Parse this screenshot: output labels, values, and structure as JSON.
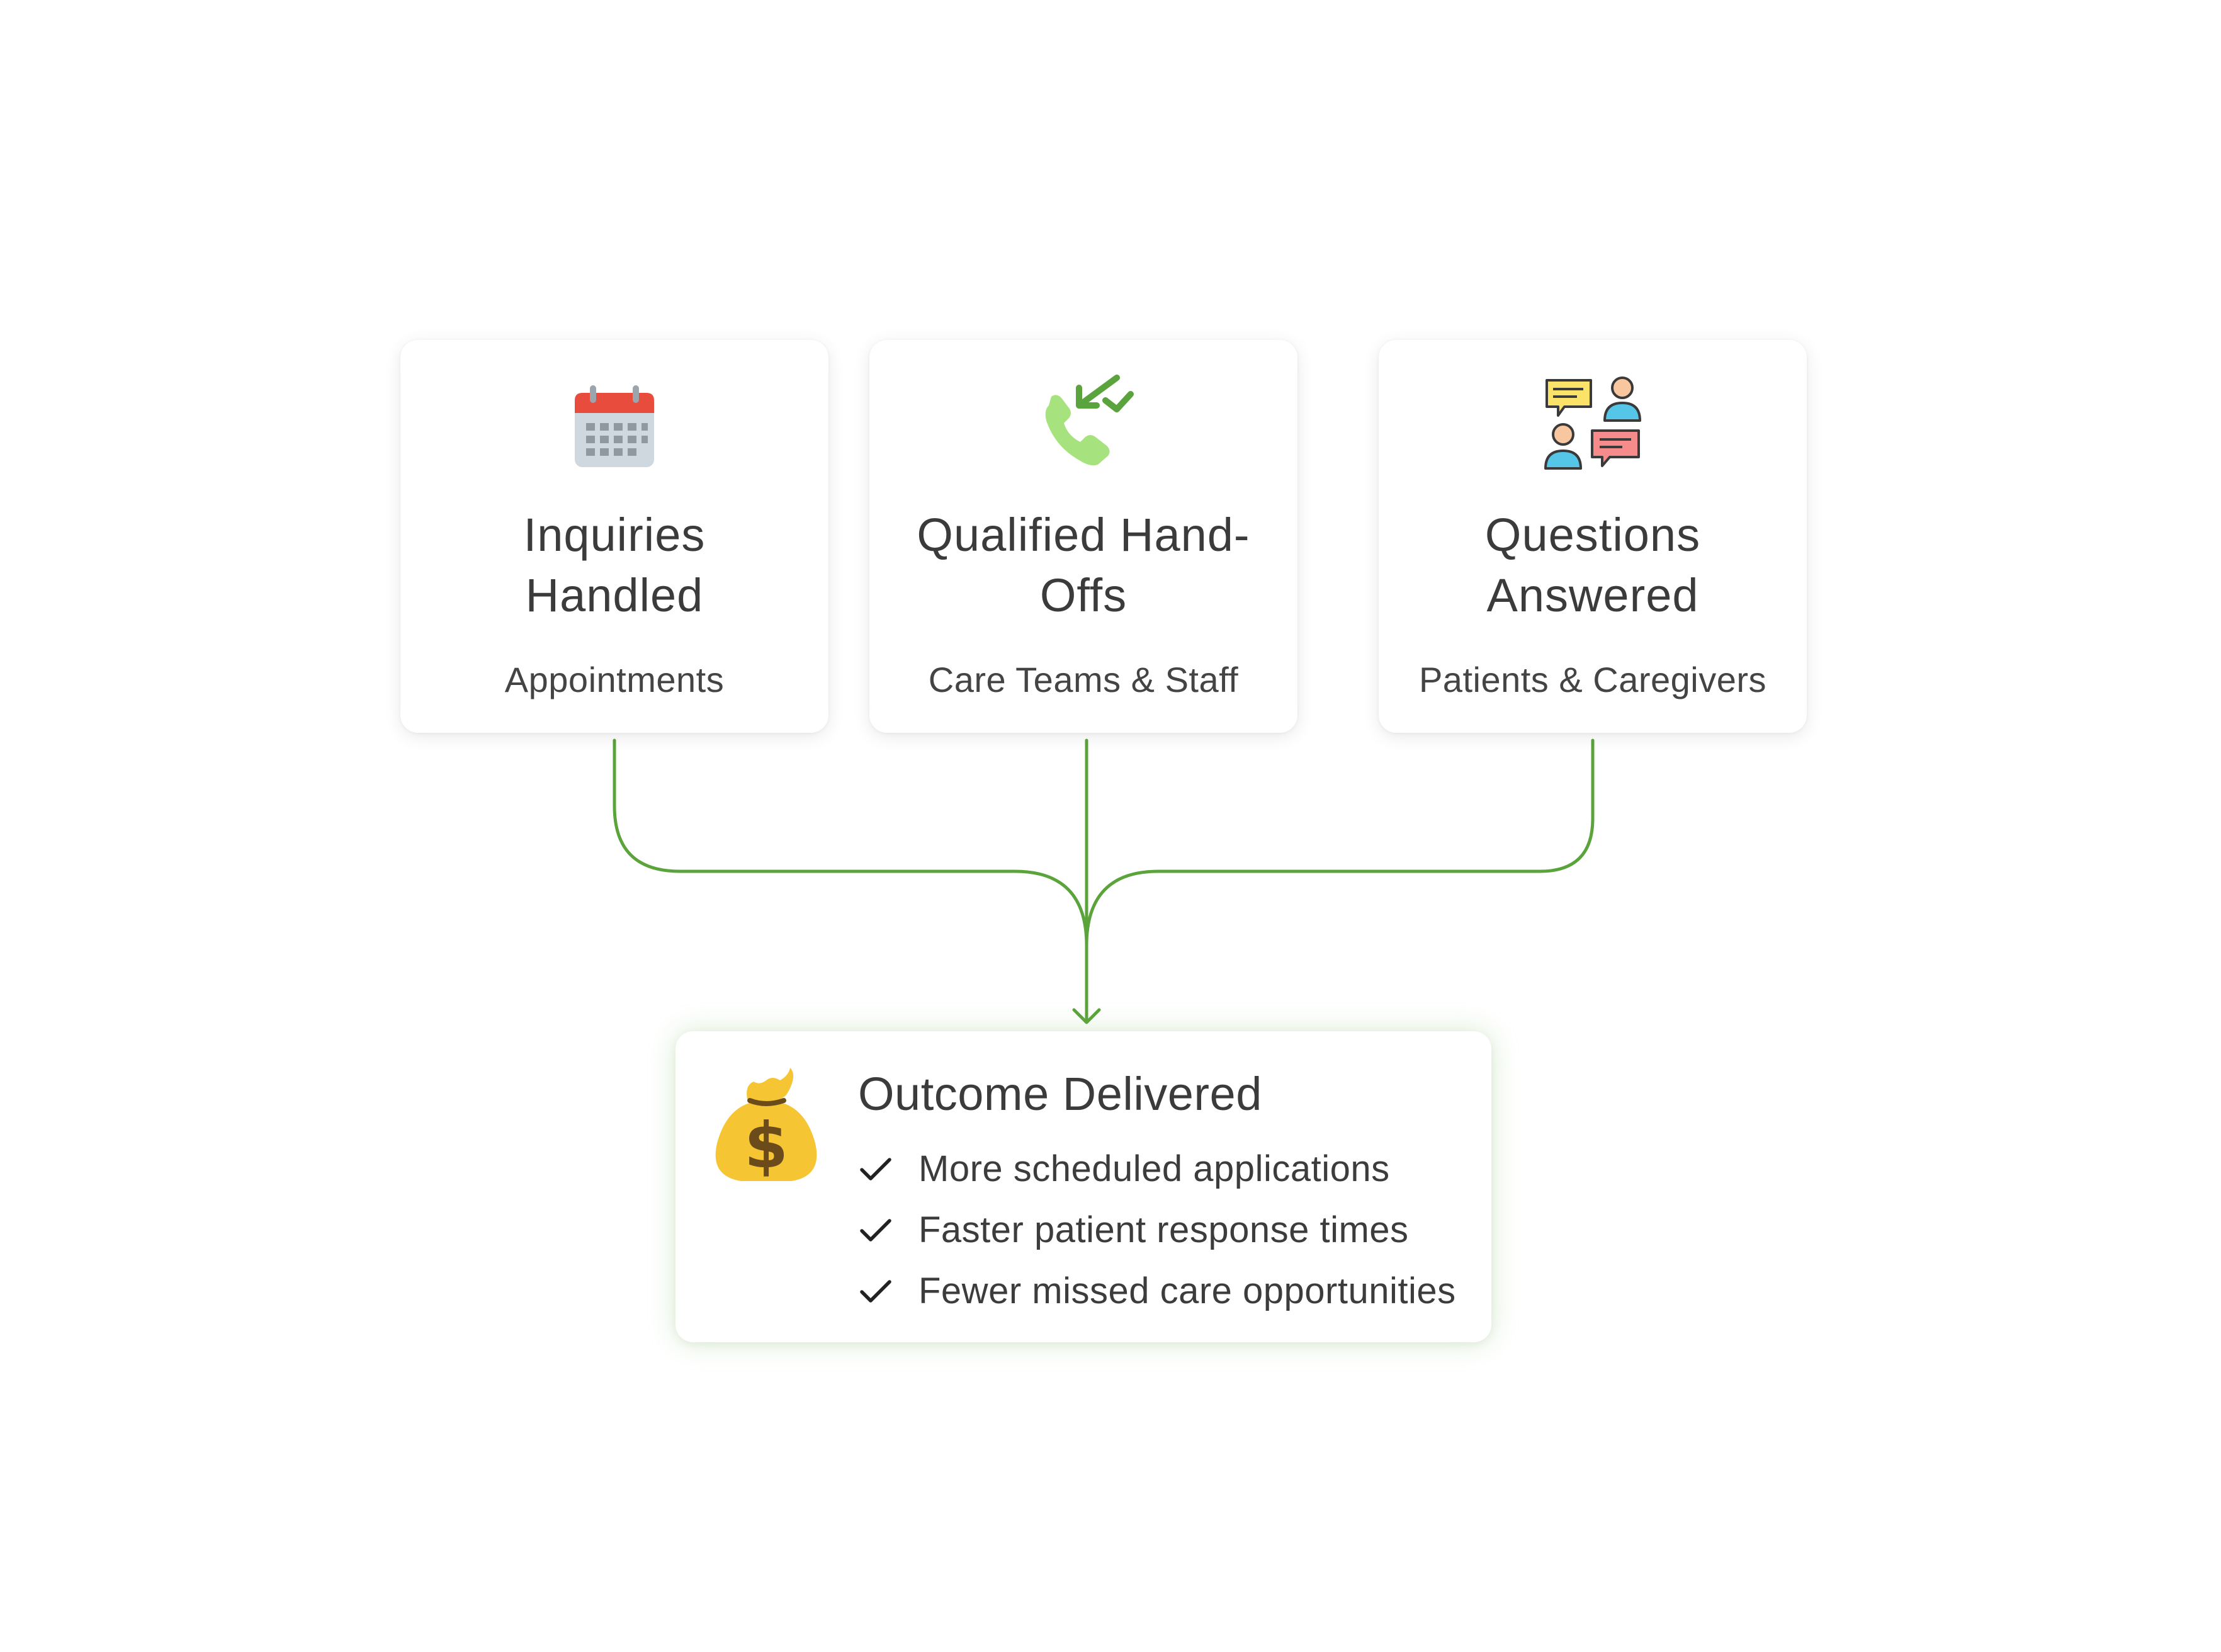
{
  "cards": [
    {
      "icon": "calendar-icon",
      "title_line1": "Inquiries",
      "title_line2": "Handled",
      "subtitle": "Appointments"
    },
    {
      "icon": "phone-transfer-icon",
      "title_line1": "Qualified Hand-",
      "title_line2": "Offs",
      "subtitle": "Care Teams & Staff"
    },
    {
      "icon": "conversation-icon",
      "title_line1": "Questions",
      "title_line2": "Answered",
      "subtitle": "Patients & Caregivers"
    }
  ],
  "outcome": {
    "icon": "money-bag-icon",
    "title": "Outcome Delivered",
    "items": [
      "More scheduled applications",
      "Faster patient response times",
      "Fewer missed care opportunities"
    ]
  },
  "colors": {
    "connector": "#5ba33b",
    "calendar_red": "#e84c3d",
    "calendar_body": "#cfd8de",
    "phone_green": "#a6e37e",
    "arrow_green": "#5aa33d",
    "bag_yellow": "#f6c533",
    "check": "#222222"
  }
}
